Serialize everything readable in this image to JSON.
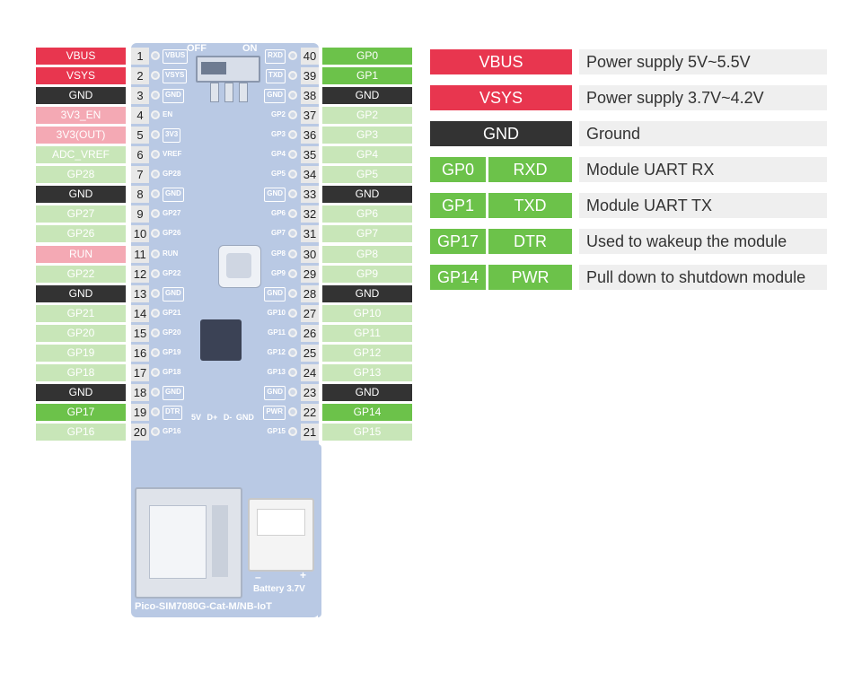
{
  "board": {
    "switch_off": "OFF",
    "switch_on": "ON",
    "name": "Pico-SIM7080G-Cat-M/NB-IoT",
    "battery": "Battery 3.7V",
    "battery_minus": "–",
    "battery_plus": "+",
    "usb_labels": [
      "5V",
      "D+",
      "D-",
      "GND"
    ],
    "left_silk": [
      "VBUS",
      "VSYS",
      "GND",
      "EN",
      "3V3",
      "VREF",
      "GP28",
      "GND",
      "GP27",
      "GP26",
      "RUN",
      "GP22",
      "GND",
      "GP21",
      "GP20",
      "GP19",
      "GP18",
      "GND",
      "DTR",
      "GP16"
    ],
    "right_silk": [
      "RXD",
      "TXD",
      "GND",
      "GP2",
      "GP3",
      "GP4",
      "GP5",
      "GND",
      "GP6",
      "GP7",
      "GP8",
      "GP9",
      "GND",
      "GP10",
      "GP11",
      "GP12",
      "GP13",
      "GND",
      "PWR",
      "GP15"
    ],
    "left_boxed": [
      0,
      1,
      2,
      4,
      7,
      12,
      17,
      18
    ],
    "right_boxed": [
      0,
      1,
      2,
      7,
      12,
      17,
      18
    ]
  },
  "left_pins": [
    {
      "num": "1",
      "label": "VBUS",
      "color": "red"
    },
    {
      "num": "2",
      "label": "VSYS",
      "color": "red"
    },
    {
      "num": "3",
      "label": "GND",
      "color": "dark"
    },
    {
      "num": "4",
      "label": "3V3_EN",
      "color": "pink"
    },
    {
      "num": "5",
      "label": "3V3(OUT)",
      "color": "pink"
    },
    {
      "num": "6",
      "label": "ADC_VREF",
      "color": "lgreen"
    },
    {
      "num": "7",
      "label": "GP28",
      "color": "lgreen"
    },
    {
      "num": "8",
      "label": "GND",
      "color": "dark"
    },
    {
      "num": "9",
      "label": "GP27",
      "color": "lgreen"
    },
    {
      "num": "10",
      "label": "GP26",
      "color": "lgreen"
    },
    {
      "num": "11",
      "label": "RUN",
      "color": "pink"
    },
    {
      "num": "12",
      "label": "GP22",
      "color": "lgreen"
    },
    {
      "num": "13",
      "label": "GND",
      "color": "dark"
    },
    {
      "num": "14",
      "label": "GP21",
      "color": "lgreen"
    },
    {
      "num": "15",
      "label": "GP20",
      "color": "lgreen"
    },
    {
      "num": "16",
      "label": "GP19",
      "color": "lgreen"
    },
    {
      "num": "17",
      "label": "GP18",
      "color": "lgreen"
    },
    {
      "num": "18",
      "label": "GND",
      "color": "dark"
    },
    {
      "num": "19",
      "label": "GP17",
      "color": "green"
    },
    {
      "num": "20",
      "label": "GP16",
      "color": "lgreen"
    }
  ],
  "right_pins": [
    {
      "num": "40",
      "label": "GP0",
      "color": "green"
    },
    {
      "num": "39",
      "label": "GP1",
      "color": "green"
    },
    {
      "num": "38",
      "label": "GND",
      "color": "dark"
    },
    {
      "num": "37",
      "label": "GP2",
      "color": "lgreen"
    },
    {
      "num": "36",
      "label": "GP3",
      "color": "lgreen"
    },
    {
      "num": "35",
      "label": "GP4",
      "color": "lgreen"
    },
    {
      "num": "34",
      "label": "GP5",
      "color": "lgreen"
    },
    {
      "num": "33",
      "label": "GND",
      "color": "dark"
    },
    {
      "num": "32",
      "label": "GP6",
      "color": "lgreen"
    },
    {
      "num": "31",
      "label": "GP7",
      "color": "lgreen"
    },
    {
      "num": "30",
      "label": "GP8",
      "color": "lgreen"
    },
    {
      "num": "29",
      "label": "GP9",
      "color": "lgreen"
    },
    {
      "num": "28",
      "label": "GND",
      "color": "dark"
    },
    {
      "num": "27",
      "label": "GP10",
      "color": "lgreen"
    },
    {
      "num": "26",
      "label": "GP11",
      "color": "lgreen"
    },
    {
      "num": "25",
      "label": "GP12",
      "color": "lgreen"
    },
    {
      "num": "24",
      "label": "GP13",
      "color": "lgreen"
    },
    {
      "num": "23",
      "label": "GND",
      "color": "dark"
    },
    {
      "num": "22",
      "label": "GP14",
      "color": "green"
    },
    {
      "num": "21",
      "label": "GP15",
      "color": "lgreen"
    }
  ],
  "legend": [
    {
      "chips": [
        {
          "text": "VBUS",
          "color": "red"
        }
      ],
      "desc": "Power supply 5V~5.5V"
    },
    {
      "chips": [
        {
          "text": "VSYS",
          "color": "red"
        }
      ],
      "desc": "Power supply 3.7V~4.2V"
    },
    {
      "chips": [
        {
          "text": "GND",
          "color": "dark"
        }
      ],
      "desc": "Ground"
    },
    {
      "chips": [
        {
          "text": "GP0",
          "color": "green"
        },
        {
          "text": "RXD",
          "color": "green"
        }
      ],
      "desc": "Module UART RX"
    },
    {
      "chips": [
        {
          "text": "GP1",
          "color": "green"
        },
        {
          "text": "TXD",
          "color": "green"
        }
      ],
      "desc": "Module UART TX"
    },
    {
      "chips": [
        {
          "text": "GP17",
          "color": "green"
        },
        {
          "text": "DTR",
          "color": "green"
        }
      ],
      "desc": "Used to wakeup the module"
    },
    {
      "chips": [
        {
          "text": "GP14",
          "color": "green"
        },
        {
          "text": "PWR",
          "color": "green"
        }
      ],
      "desc": "Pull down to shutdown module"
    }
  ],
  "colors": {
    "red": "#e8364f",
    "pink": "#f4a9b4",
    "dark": "#333333",
    "green": "#6cc24a",
    "lgreen": "#c8e6b8",
    "board": "#b7c7e3"
  }
}
